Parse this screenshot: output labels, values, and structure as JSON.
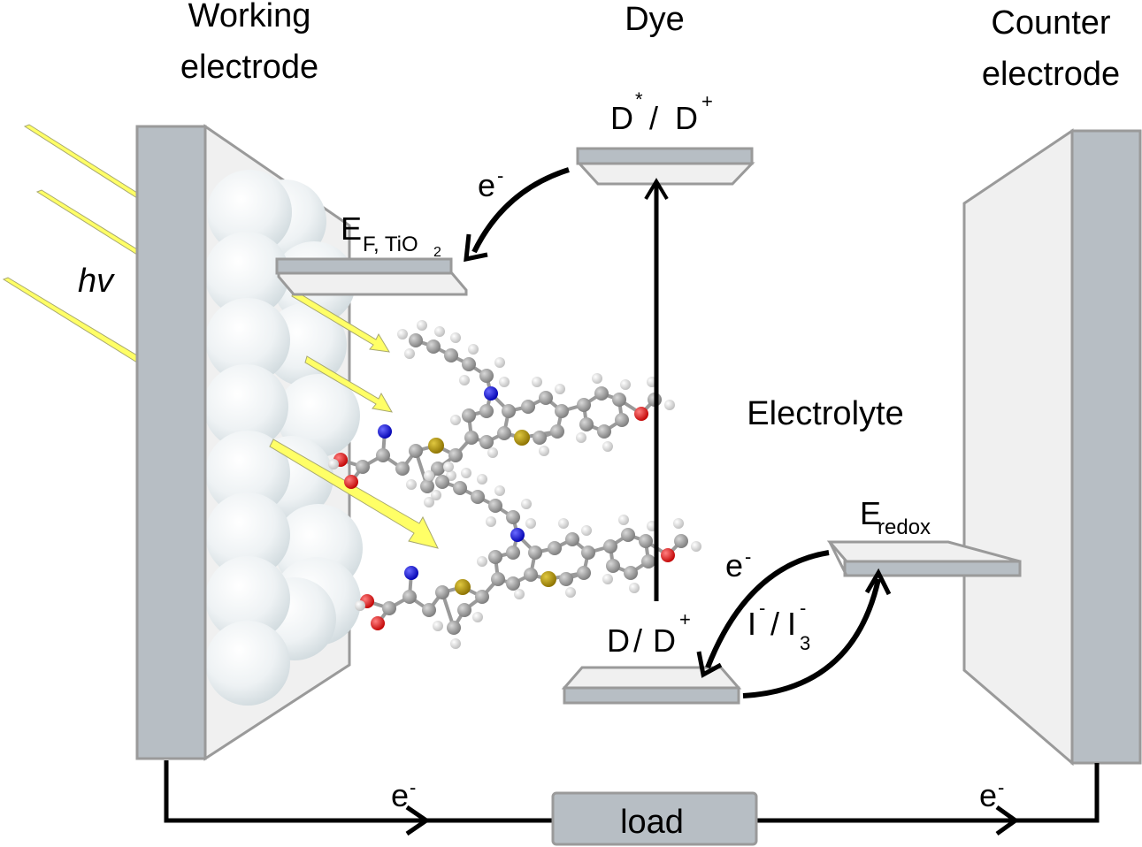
{
  "labels": {
    "working_electrode": [
      "Working",
      "electrode"
    ],
    "counter_electrode": [
      "Counter",
      "electrode"
    ],
    "dye": "Dye",
    "electrolyte": "Electrolyte",
    "photon": "hv",
    "fermi_level": {
      "main": "E",
      "sub": "F, TiO",
      "sub2": "2"
    },
    "redox_level": {
      "main": "E",
      "sub": "redox"
    },
    "dye_excited": {
      "a": "D",
      "a_sup": "*",
      "slash": "/",
      "b": "D",
      "b_sup": "+"
    },
    "dye_ground": {
      "a": "D",
      "slash": "/",
      "b": "D",
      "b_sup": "+"
    },
    "redox_couple": {
      "a": "I",
      "a_sup": "-",
      "slash": "/",
      "b": "I",
      "b_sup": "-",
      "b_sub": "3"
    },
    "electron": {
      "base": "e",
      "sup": "-"
    },
    "load": "load"
  },
  "colors": {
    "electrode_front": "#b7bec4",
    "electrode_side": "#f0f0f0",
    "electrode_stroke": "#9a9a9a",
    "light_ray": "#ffff66",
    "light_ray_stroke": "#a8a870",
    "tio2_sphere": "#eef3f5",
    "carbon": "#8c8c8c",
    "hydrogen": "#e8e8e8",
    "oxygen": "#e01010",
    "nitrogen": "#1010e0",
    "sulfur": "#b09000",
    "arrow": "#000000"
  }
}
